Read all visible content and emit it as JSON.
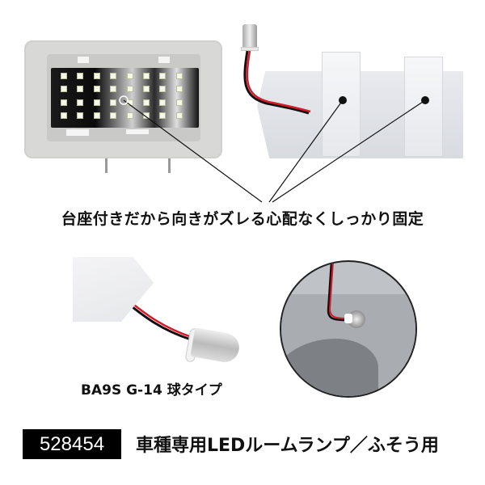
{
  "top_section": {
    "led_unit": {
      "led_rows": 4,
      "led_cols": 8,
      "led_color": "#f4f7ea"
    },
    "caption": "台座付きだから向きがズレる心配なくしっかり固定"
  },
  "bottom_left": {
    "caption": "BA9S G-14 球タイプ"
  },
  "footer": {
    "product_code": "528454",
    "product_title": "車種専用LEDルームランプ／ふそう用"
  },
  "colors": {
    "wire_red": "#d8192a",
    "wire_black": "#111111",
    "code_box_bg": "#000000",
    "code_box_text": "#ffffff"
  }
}
